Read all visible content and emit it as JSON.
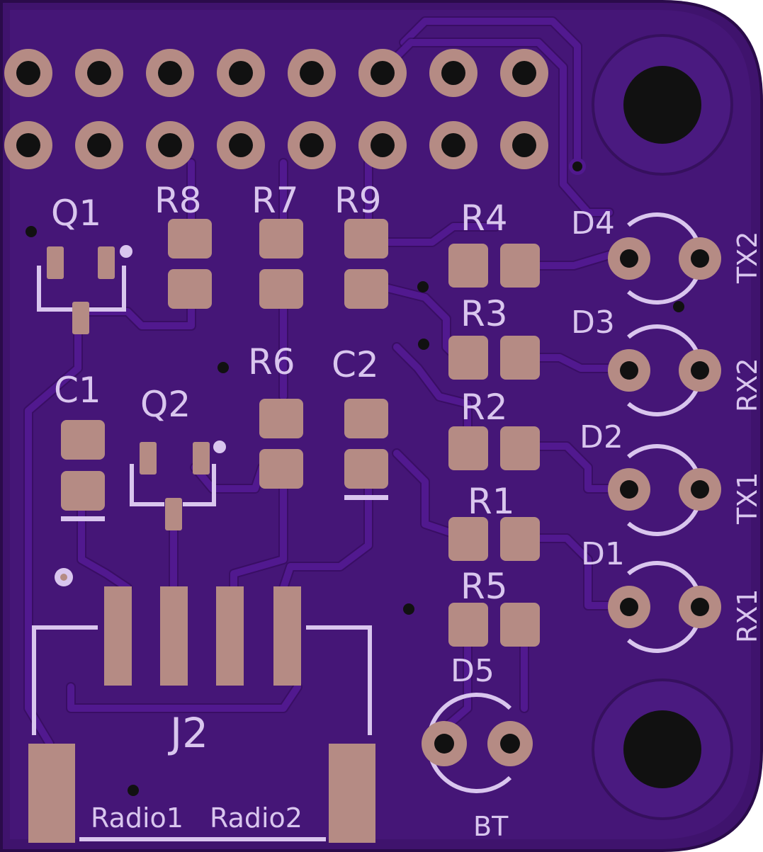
{
  "board": {
    "colors": {
      "soldermask": "#3f136d",
      "pour": "#4a1a80",
      "trace": "#51198f",
      "pad": "#b58b84",
      "silkscreen": "#d9c6ee",
      "drill": "#111111"
    }
  },
  "labels": {
    "q1": "Q1",
    "q2": "Q2",
    "r8": "R8",
    "r7": "R7",
    "r9": "R9",
    "r6": "R6",
    "c1": "C1",
    "c2": "C2",
    "r4": "R4",
    "r3": "R3",
    "r2": "R2",
    "r1": "R1",
    "r5": "R5",
    "d4": "D4",
    "d3": "D3",
    "d2": "D2",
    "d1": "D1",
    "d5": "D5",
    "j2": "J2",
    "tx2": "TX2",
    "rx2": "RX2",
    "tx1": "TX1",
    "rx1": "RX1",
    "bt": "BT",
    "radio1": "Radio1",
    "radio2": "Radio2"
  }
}
